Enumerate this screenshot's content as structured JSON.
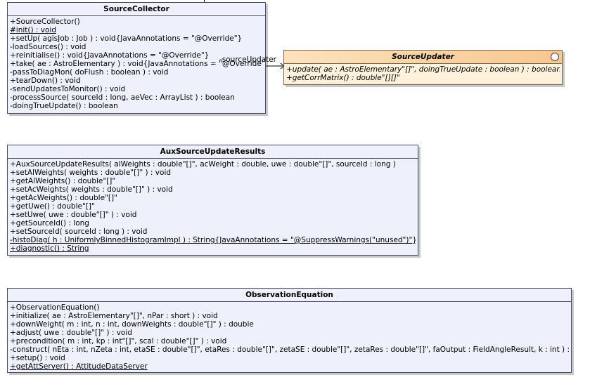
{
  "classes": {
    "source_collector": {
      "name": "SourceCollector",
      "operations": [
        {
          "text": "+SourceCollector()",
          "static": false
        },
        {
          "text": "#init() : void",
          "static": true
        },
        {
          "text": "+setUp( agisJob : Job ) : void{JavaAnnotations = \"@Override\"}",
          "static": false
        },
        {
          "text": "-loadSources() : void",
          "static": false
        },
        {
          "text": "+reinitialise() : void{JavaAnnotations = \"@Override\"}",
          "static": false
        },
        {
          "text": "+take( ae : AstroElementary ) : void{JavaAnnotations = \"@Override\"}",
          "static": false
        },
        {
          "text": "-passToDiagMon( doFlush : boolean ) : void",
          "static": false
        },
        {
          "text": "+tearDown() : void",
          "static": false
        },
        {
          "text": "-sendUpdatesToMonitor() : void",
          "static": false
        },
        {
          "text": "-processSource( sourceId : long, aeVec : ArrayList ) : boolean",
          "static": false
        },
        {
          "text": "-doingTrueUpdate() : boolean",
          "static": false
        }
      ]
    },
    "source_updater": {
      "name": "SourceUpdater",
      "operations": [
        {
          "text": "+update( ae : AstroElementary\"[]\", doingTrueUpdate : boolean ) : boolean",
          "static": false
        },
        {
          "text": "+getCorrMatrix() : double\"[][]\"",
          "static": false
        }
      ]
    },
    "aux_source_update_results": {
      "name": "AuxSourceUpdateResults",
      "operations": [
        {
          "text": "+AuxSourceUpdateResults( alWeights : double\"[]\", acWeight : double, uwe : double\"[]\", sourceId : long )",
          "static": false
        },
        {
          "text": "+setAlWeights( weights : double\"[]\" ) : void",
          "static": false
        },
        {
          "text": "+getAlWeights() : double\"[]\"",
          "static": false
        },
        {
          "text": "+setAcWeights( weights : double\"[]\" ) : void",
          "static": false
        },
        {
          "text": "+getAcWeights() : double\"[]\"",
          "static": false
        },
        {
          "text": "+getUwe() : double\"[]\"",
          "static": false
        },
        {
          "text": "+setUwe( uwe : double\"[]\" ) : void",
          "static": false
        },
        {
          "text": "+getSourceId() : long",
          "static": false
        },
        {
          "text": "+setSourceId( sourceId : long ) : void",
          "static": false
        },
        {
          "text": "-histoDiag( h : UniformlyBinnedHistogramImpl ) : String{JavaAnnotations = \"@SuppressWarnings(\"unused\")\"}",
          "static": true
        },
        {
          "text": "+diagnostic() : String",
          "static": true
        }
      ]
    },
    "observation_equation": {
      "name": "ObservationEquation",
      "operations": [
        {
          "text": "+ObservationEquation()",
          "static": false
        },
        {
          "text": "+initialize( ae : AstroElementary\"[]\", nPar : short ) : void",
          "static": false
        },
        {
          "text": "+downWeight( m : int, n : int, downWeights : double\"[]\" ) : double",
          "static": false
        },
        {
          "text": "+adjust( uwe : double\"[]\" ) : void",
          "static": false
        },
        {
          "text": "+precondition( m : int, kp : int\"[]\", scal : double\"[]\" ) : void",
          "static": false
        },
        {
          "text": "-construct( nEta : int, nZeta : int, etaSE : double\"[]\", etaRes : double\"[]\", zetaSE : double\"[]\", zetaRes : double\"[]\", faOutput : FieldAngleResult, k : int ) : int",
          "static": false
        },
        {
          "text": "+setup() : void",
          "static": false
        },
        {
          "text": "+getAttServer() : AttitudeDataServer",
          "static": true
        }
      ]
    }
  },
  "association": {
    "label": "-sourceUpdater"
  }
}
